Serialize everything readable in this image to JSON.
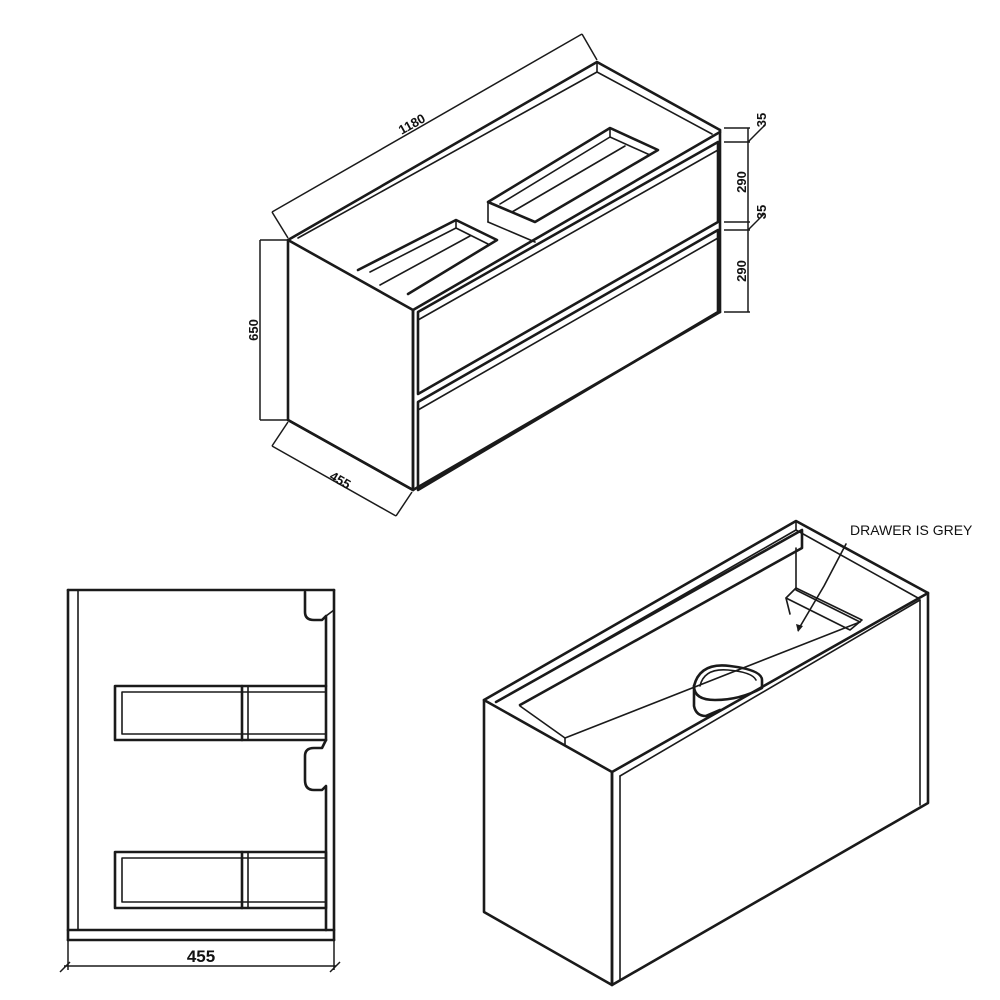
{
  "dimensions": {
    "width": "1180",
    "height": "650",
    "depth": "455",
    "top_rail_1": "35",
    "drawer_1": "290",
    "top_rail_2": "35",
    "drawer_2": "290",
    "side_depth": "455"
  },
  "annotations": {
    "drawer_note": "DRAWER IS GREY"
  }
}
